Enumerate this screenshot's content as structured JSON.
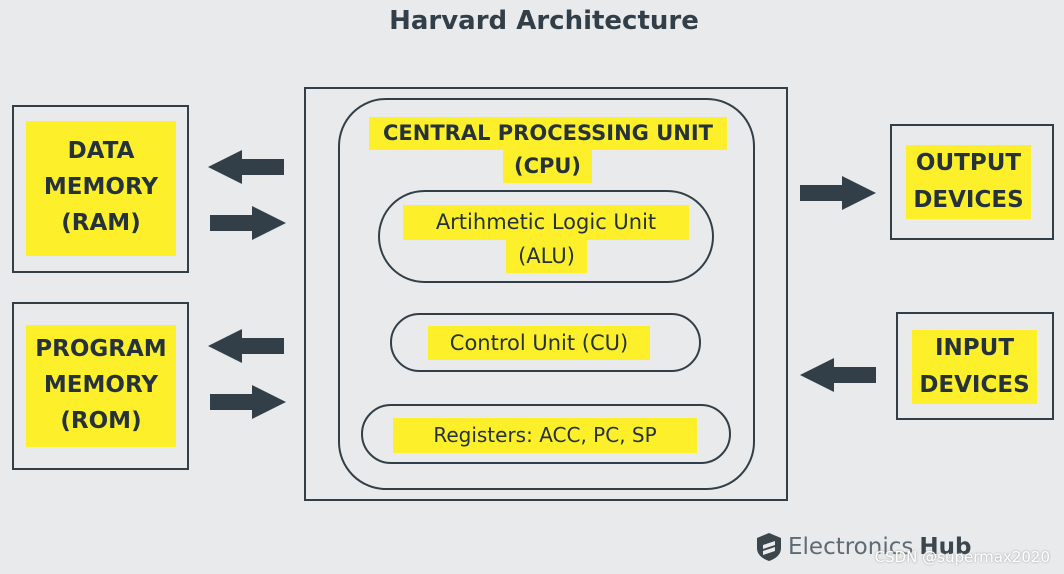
{
  "title": "Harvard Architecture",
  "data_memory": [
    "DATA",
    "MEMORY",
    "(RAM)"
  ],
  "program_memory": [
    "PROGRAM",
    "MEMORY",
    "(ROM)"
  ],
  "cpu": [
    "CENTRAL PROCESSING UNIT",
    "(CPU)"
  ],
  "alu": [
    "Artihmetic Logic Unit",
    "(ALU)"
  ],
  "control_unit": "Control Unit (CU)",
  "registers": "Registers: ACC, PC, SP",
  "output_devices": [
    "OUTPUT",
    "DEVICES"
  ],
  "input_devices": [
    "INPUT",
    "DEVICES"
  ],
  "logo": {
    "text_light": "Electronics",
    "text_bold": "Hub",
    "icon": "shield-icon"
  },
  "watermark": "CSDN @supermax2020",
  "colors": {
    "highlight": "#fdf02a",
    "dark": "#333f48",
    "background": "#e8eaeb"
  }
}
